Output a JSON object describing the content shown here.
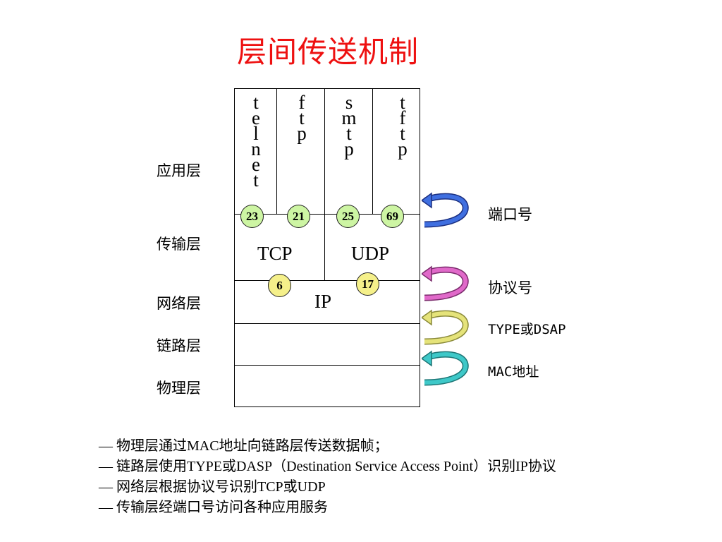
{
  "title": "层间传送机制",
  "layers": [
    "应用层",
    "传输层",
    "网络层",
    "链路层",
    "物理层"
  ],
  "apps": [
    [
      "t",
      "e",
      "l",
      "n",
      "e",
      "t"
    ],
    [
      "f",
      "t",
      "p"
    ],
    [
      "s",
      "m",
      "t",
      "p"
    ],
    [
      "t",
      "f",
      "t",
      "p"
    ]
  ],
  "transport": {
    "tcp": "TCP",
    "udp": "UDP"
  },
  "network": {
    "ip": "IP"
  },
  "ports": [
    "23",
    "21",
    "25",
    "69"
  ],
  "protocol_numbers": [
    "6",
    "17"
  ],
  "annotations": {
    "port": "端口号",
    "protocol": "协议号",
    "type": "TYPE或DSAP",
    "mac": "MAC地址"
  },
  "arrow_colors": [
    "#3f6fe0",
    "#e069c9",
    "#e5e37a",
    "#3ec8c8"
  ],
  "notes": [
    "— 物理层通过MAC地址向链路层传送数据帧；",
    "— 链路层使用TYPE或DASP（Destination Service Access Point）识别IP协议",
    "— 网络层根据协议号识别TCP或UDP",
    "— 传输层经端口号访问各种应用服务"
  ]
}
